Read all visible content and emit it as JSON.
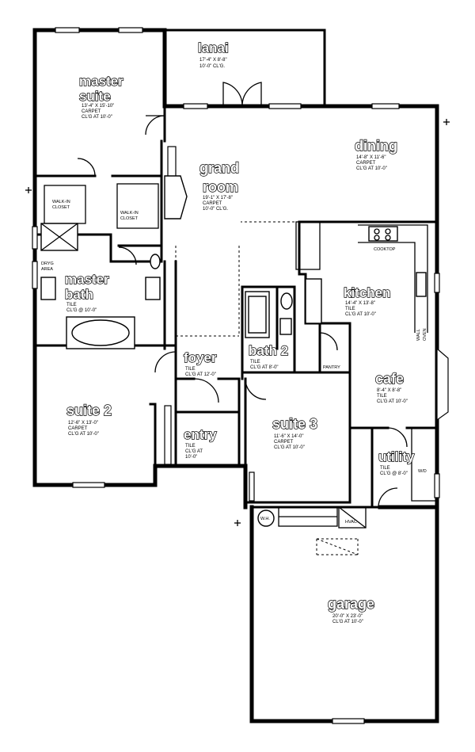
{
  "rooms": {
    "master_suite": {
      "name_line1": "master",
      "name_line2": "suite",
      "d1": "13'-4\" X 15'-10\"",
      "d2": "CARPET",
      "d3": "CL'G AT 10'-0\""
    },
    "lanai": {
      "name": "lanai",
      "d1": "17'-4\" X 8'-8\"",
      "d2": "10'-0\" CL'G."
    },
    "dining": {
      "name": "dining",
      "d1": "14'-8\" X 11'-6\"",
      "d2": "CARPET",
      "d3": "CL'G AT 10'-0\""
    },
    "grand_room": {
      "name_line1": "grand",
      "name_line2": "room",
      "d1": "19'-1\" X 17'-8\"",
      "d2": "CARPET",
      "d3": "10'-0\" CL'G."
    },
    "kitchen": {
      "name": "kitchen",
      "d1": "14'-4\" X 13'-8\"",
      "d2": "TILE",
      "d3": "CL'G AT 10'-0\""
    },
    "master_bath": {
      "name_line1": "master",
      "name_line2": "bath",
      "d1": "TILE",
      "d2": "CL'G @ 10'-0\""
    },
    "foyer": {
      "name": "foyer",
      "d1": "TILE",
      "d2": "CL'G AT 12'-0\""
    },
    "bath2": {
      "name": "bath 2",
      "d1": "TILE",
      "d2": "CL'G AT 8'-0\""
    },
    "cafe": {
      "name": "cafe",
      "d1": "8'-4\" X 8'-8\"",
      "d2": "TILE",
      "d3": "CL'G AT 10'-0\""
    },
    "suite2": {
      "name": "suite 2",
      "d1": "12'-6\" X 13'-0\"",
      "d2": "CARPET",
      "d3": "CL'G AT 10'-0\""
    },
    "suite3": {
      "name": "suite 3",
      "d1": "11'-6\" X 14'-0\"",
      "d2": "CARPET",
      "d3": "CL'G AT 10'-0\""
    },
    "entry": {
      "name": "entry",
      "d1": "TILE",
      "d2": "CL'G AT",
      "d3": "10'-0\""
    },
    "utility": {
      "name": "utility",
      "d1": "TILE",
      "d2": "CL'G @ 8'-0\""
    },
    "garage": {
      "name": "garage",
      "d1": "20'-0\" X 23'-0\"",
      "d2": "CL'G AT 10'-0\""
    }
  },
  "labels": {
    "walkin1_a": "WALK-IN",
    "walkin1_b": "CLOSET",
    "walkin2_a": "WALK-IN",
    "walkin2_b": "CLOSET",
    "dry_a": "DRYG",
    "dry_b": "AREA",
    "cooktop": "COOKTOP",
    "pantry": "PANTRY",
    "wall_oven_a": "WALL",
    "wall_oven_b": "OVEN",
    "wh": "W.H.",
    "hvac": "HVAC",
    "wd": "W/D"
  }
}
